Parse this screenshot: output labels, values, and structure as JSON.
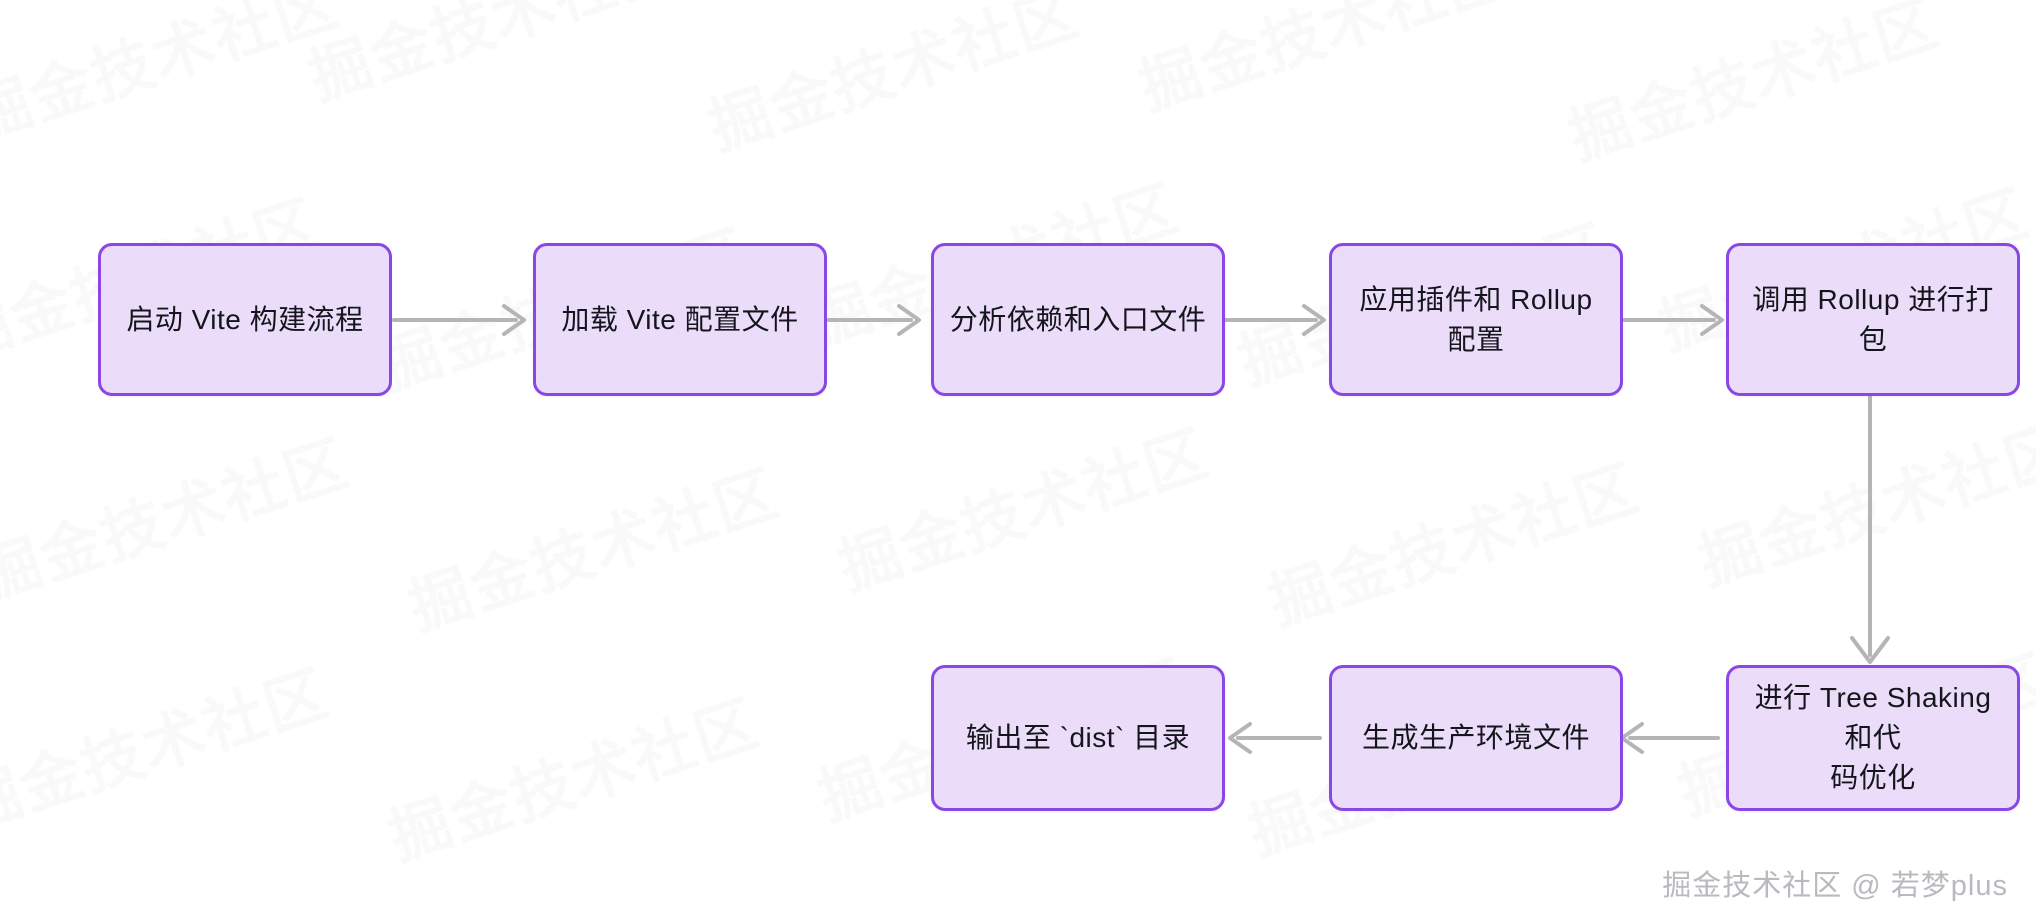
{
  "diagram": {
    "type": "flowchart",
    "direction": "left-to-right, wrapping to second row",
    "background_color": "#ffffff",
    "node_fill_color": "#ebddfa",
    "node_border_color": "#8b46e8",
    "node_text_color": "#14161c",
    "edge_color": "#b5b5b8",
    "nodes": [
      {
        "id": "n1",
        "label": "启动 Vite 构建流程"
      },
      {
        "id": "n2",
        "label": "加载 Vite 配置文件"
      },
      {
        "id": "n3",
        "label": "分析依赖和入口文件"
      },
      {
        "id": "n4",
        "label": "应用插件和 Rollup 配置"
      },
      {
        "id": "n5",
        "label": "调用 Rollup 进行打包"
      },
      {
        "id": "n6",
        "label": "进行 Tree Shaking 和代\n码优化"
      },
      {
        "id": "n7",
        "label": "生成生产环境文件"
      },
      {
        "id": "n8",
        "label": "输出至 `dist` 目录"
      }
    ],
    "edges": [
      {
        "from": "n1",
        "to": "n2",
        "direction": "right"
      },
      {
        "from": "n2",
        "to": "n3",
        "direction": "right"
      },
      {
        "from": "n3",
        "to": "n4",
        "direction": "right"
      },
      {
        "from": "n4",
        "to": "n5",
        "direction": "right"
      },
      {
        "from": "n5",
        "to": "n6",
        "direction": "down"
      },
      {
        "from": "n6",
        "to": "n7",
        "direction": "left"
      },
      {
        "from": "n7",
        "to": "n8",
        "direction": "left"
      }
    ]
  },
  "watermark": {
    "footer_text": "掘金技术社区 @ 若梦plus",
    "background_text": "掘金技术社区"
  }
}
